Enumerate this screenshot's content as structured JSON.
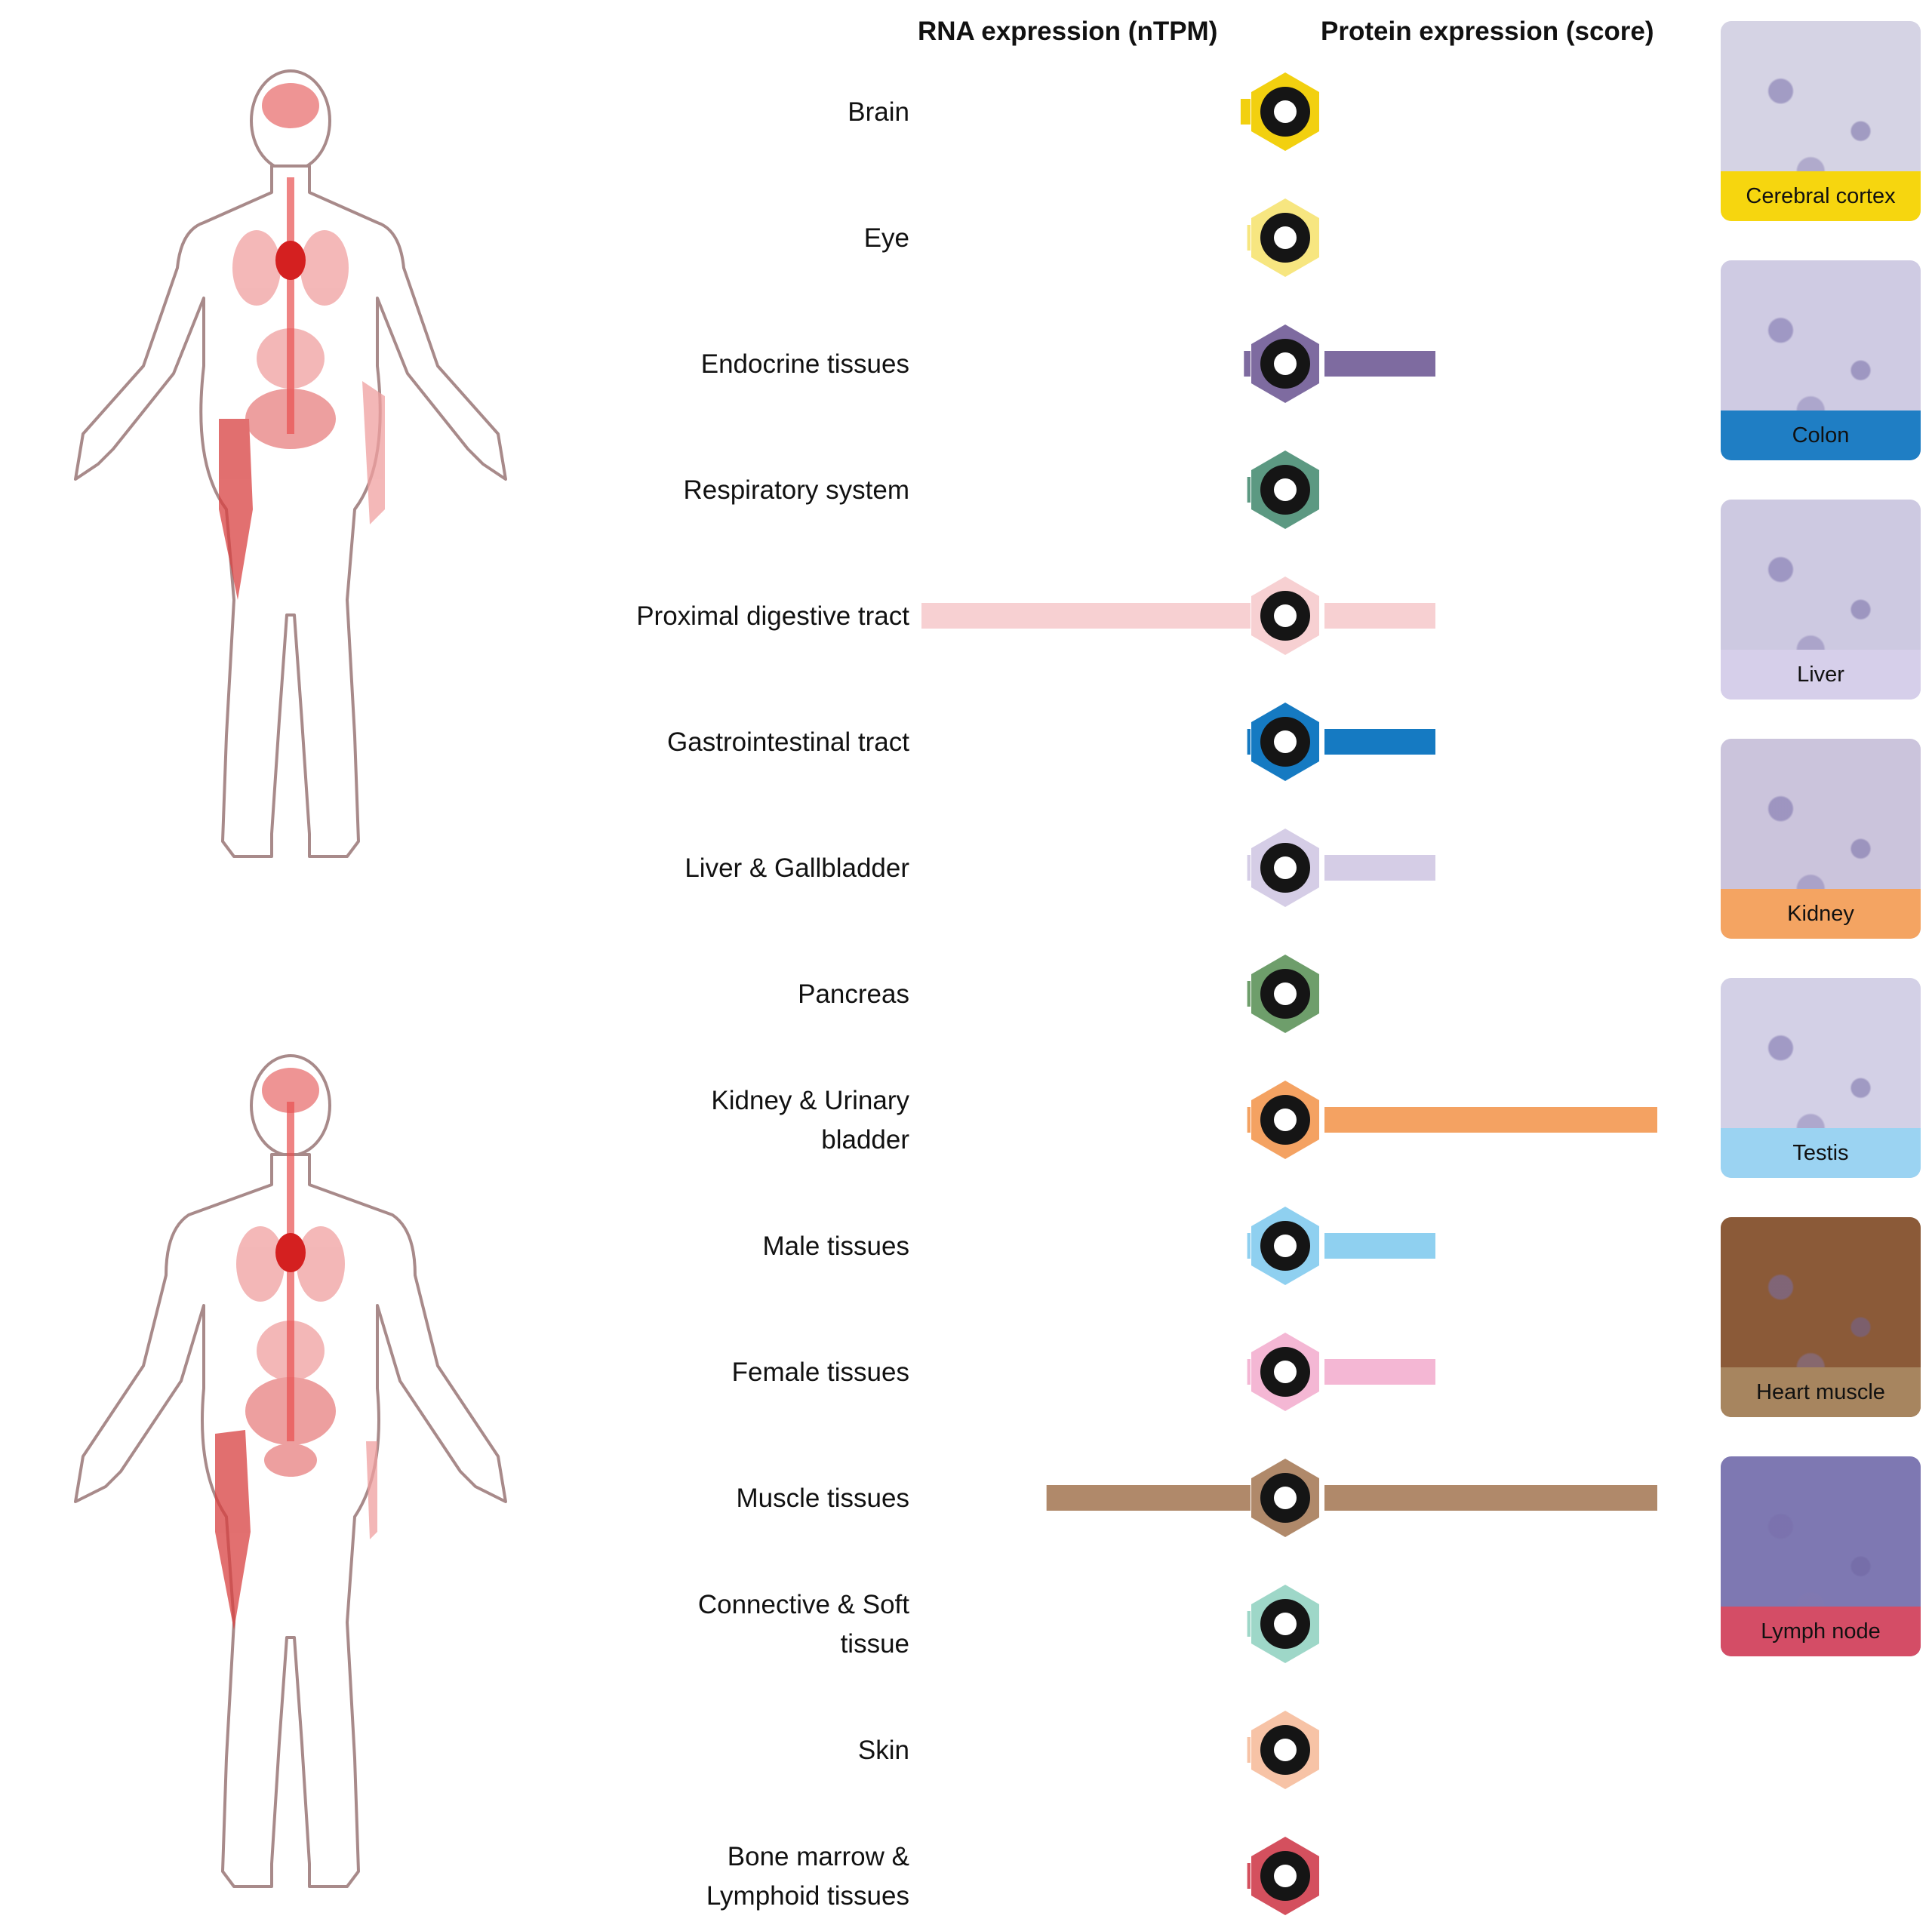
{
  "headers": {
    "rna": "RNA expression (nTPM)",
    "protein": "Protein expression (score)"
  },
  "chart_data": {
    "type": "bar",
    "categories": [
      "Brain",
      "Eye",
      "Endocrine tissues",
      "Respiratory system",
      "Proximal digestive tract",
      "Gastrointestinal tract",
      "Liver & Gallbladder",
      "Pancreas",
      "Kidney & Urinary bladder",
      "Male tissues",
      "Female tissues",
      "Muscle tissues",
      "Connective & Soft tissue",
      "Skin",
      "Bone marrow & Lymphoid tissues"
    ],
    "label_lines": [
      [
        "Brain"
      ],
      [
        "Eye"
      ],
      [
        "Endocrine tissues"
      ],
      [
        "Respiratory system"
      ],
      [
        "Proximal digestive tract"
      ],
      [
        "Gastrointestinal tract"
      ],
      [
        "Liver & Gallbladder"
      ],
      [
        "Pancreas"
      ],
      [
        "Kidney & Urinary",
        "bladder"
      ],
      [
        "Male tissues"
      ],
      [
        "Female tissues"
      ],
      [
        "Muscle tissues"
      ],
      [
        "Connective & Soft",
        "tissue"
      ],
      [
        "Skin"
      ],
      [
        "Bone marrow &",
        "Lymphoid tissues"
      ]
    ],
    "series": [
      {
        "name": "RNA expression (nTPM)",
        "values": [
          0.03,
          0.01,
          0.02,
          0.01,
          1.0,
          0.01,
          0.01,
          0.01,
          0.01,
          0.01,
          0.01,
          0.62,
          0.01,
          0.01,
          0.01
        ]
      },
      {
        "name": "Protein expression (score)",
        "values": [
          0,
          0,
          1,
          0,
          1,
          1,
          1,
          0,
          3,
          1,
          1,
          3,
          0,
          0,
          0
        ]
      }
    ],
    "colors": [
      "#f2d00f",
      "#f7e680",
      "#7e6ba0",
      "#5c9982",
      "#f7d0d2",
      "#157ac2",
      "#d5cde6",
      "#6e9e6b",
      "#f4a262",
      "#8fd0f0",
      "#f4b7d4",
      "#b0896a",
      "#9ed7c8",
      "#f7c3a6",
      "#d4505e"
    ],
    "icons": [
      "brain-icon",
      "eye-icon",
      "thyroid-icon",
      "lungs-icon",
      "head-icon",
      "stomach-icon",
      "liver-icon",
      "pancreas-icon",
      "kidney-icon",
      "male-reproductive-icon",
      "uterus-icon",
      "heart-icon",
      "cells-icon",
      "skin-icon",
      "lymph-node-icon"
    ],
    "ylim": [
      0,
      3
    ]
  },
  "samples": [
    {
      "label": "Cerebral cortex",
      "color": "#f6d60f",
      "bg": "#d5d3e4"
    },
    {
      "label": "Colon",
      "color": "#1f7ec4",
      "bg": "#cfcbe3"
    },
    {
      "label": "Liver",
      "color": "#d6cfea",
      "bg": "#cdc9e1"
    },
    {
      "label": "Kidney",
      "color": "#f4a462",
      "bg": "#cbc4dc"
    },
    {
      "label": "Testis",
      "color": "#9bd3f2",
      "bg": "#d3d0e6"
    },
    {
      "label": "Heart muscle",
      "color": "#a7855f",
      "bg": "#8b5a38"
    },
    {
      "label": "Lymph node",
      "color": "#d44d66",
      "bg": "#7e78b2"
    }
  ]
}
